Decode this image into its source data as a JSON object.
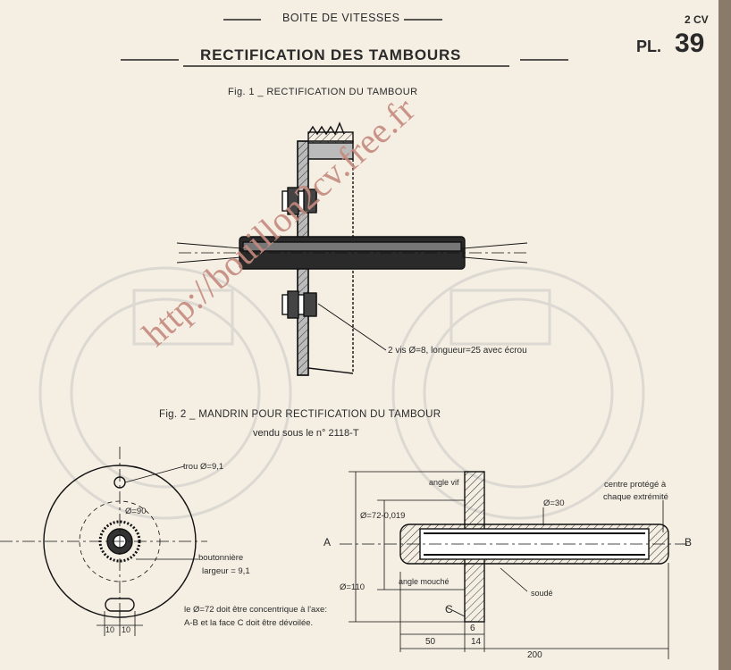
{
  "header": {
    "section": "BOITE DE VITESSES",
    "main_title": "RECTIFICATION DES TAMBOURS",
    "model": "2 CV",
    "plate_prefix": "PL.",
    "plate_number": "39"
  },
  "fig1": {
    "caption": "Fig. 1 _ RECTIFICATION DU TAMBOUR",
    "bolt_note": "2 vis Ø=8, longueur=25 avec écrou"
  },
  "fig2": {
    "caption": "Fig. 2 _ MANDRIN POUR RECTIFICATION DU TAMBOUR",
    "subcaption": "vendu sous le n° 2118-T",
    "labels": {
      "hole": "trou Ø=9,1",
      "d90": "Ø=90",
      "slot_1": "boutonnière",
      "slot_2": "largeur = 9,1",
      "note_1": "le Ø=72 doit être concentrique à l'axe:",
      "note_2": "A-B et la face C doit être dévoilée.",
      "angle_vif": "angle vif",
      "d72": "Ø=72-0,019",
      "d30": "Ø=30",
      "centre_1": "centre protégé à",
      "centre_2": "chaque extrémité",
      "A": "A",
      "B": "B",
      "C": "C",
      "d110": "Ø=110",
      "angle_mouche": "angle mouché",
      "soude": "soudé"
    },
    "dims": {
      "w10a": "10",
      "w10b": "10",
      "d50": "50",
      "d6": "6",
      "d14": "14",
      "d200": "200"
    }
  },
  "watermark": "http://bouillon2cv.free.fr"
}
